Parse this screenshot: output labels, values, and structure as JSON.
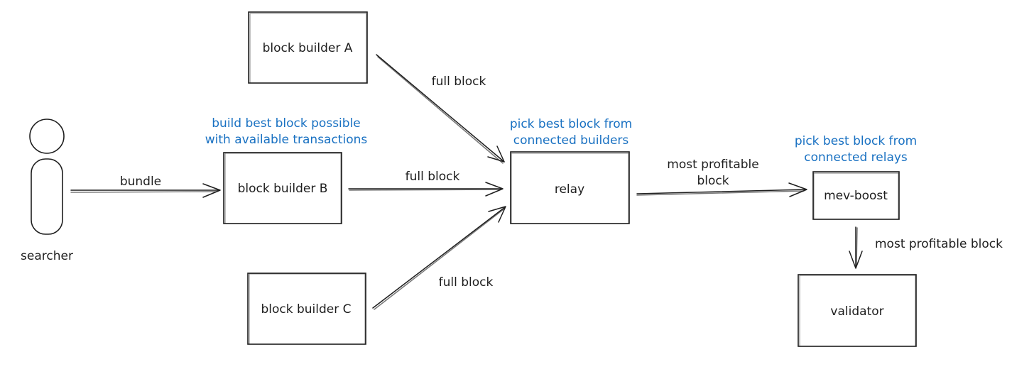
{
  "nodes": {
    "searcher": {
      "label": "searcher"
    },
    "builder_a": {
      "label": "block builder A"
    },
    "builder_b": {
      "label": "block builder B"
    },
    "builder_c": {
      "label": "block builder C"
    },
    "relay": {
      "label": "relay"
    },
    "mev_boost": {
      "label": "mev-boost"
    },
    "validator": {
      "label": "validator"
    }
  },
  "edges": {
    "searcher_to_b": "bundle",
    "a_to_relay": "full block",
    "b_to_relay": "full block",
    "c_to_relay": "full block",
    "relay_to_mevboost_line1": "most profitable",
    "relay_to_mevboost_line2": "block",
    "mevboost_to_validator": "most profitable block"
  },
  "annotations": {
    "builder_b_line1": "build best block possible",
    "builder_b_line2": "with available transactions",
    "relay_line1": "pick best block from",
    "relay_line2": "connected builders",
    "mevboost_line1": "pick best block from",
    "mevboost_line2": "connected relays"
  },
  "colors": {
    "stroke": "#1e1e1e",
    "annotation": "#1971c2"
  }
}
